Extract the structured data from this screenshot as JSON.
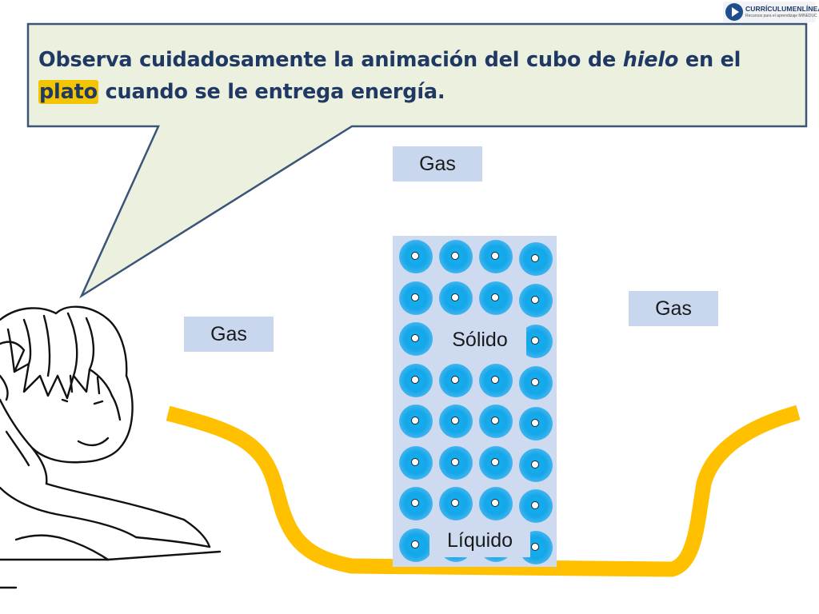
{
  "slide": {
    "title_parts": {
      "p1": "Observa cuidadosamente la animación del cubo de ",
      "p2": "hielo",
      "p3": " en el",
      "p4": "plato",
      "p5": " cuando se le entrega energía."
    },
    "logo": {
      "title": "CURRÍCULUMENLÍNEA",
      "subtitle": "Recursos para el aprendizaje MINEDUC"
    },
    "labels": {
      "gas_top": "Gas",
      "gas_right": "Gas",
      "gas_left": "Gas",
      "solid": "Sólido",
      "liquid": "Líquido"
    },
    "cube": {
      "columns": 4,
      "rows": 8
    },
    "colors": {
      "bubble_fill": "#ebf1de",
      "bubble_border": "#3a5578",
      "title_text": "#1f3864",
      "highlight": "#f2c500",
      "label_bg": "#c9d7ee",
      "particle": "#14a7ea",
      "plate": "#ffc000"
    }
  }
}
